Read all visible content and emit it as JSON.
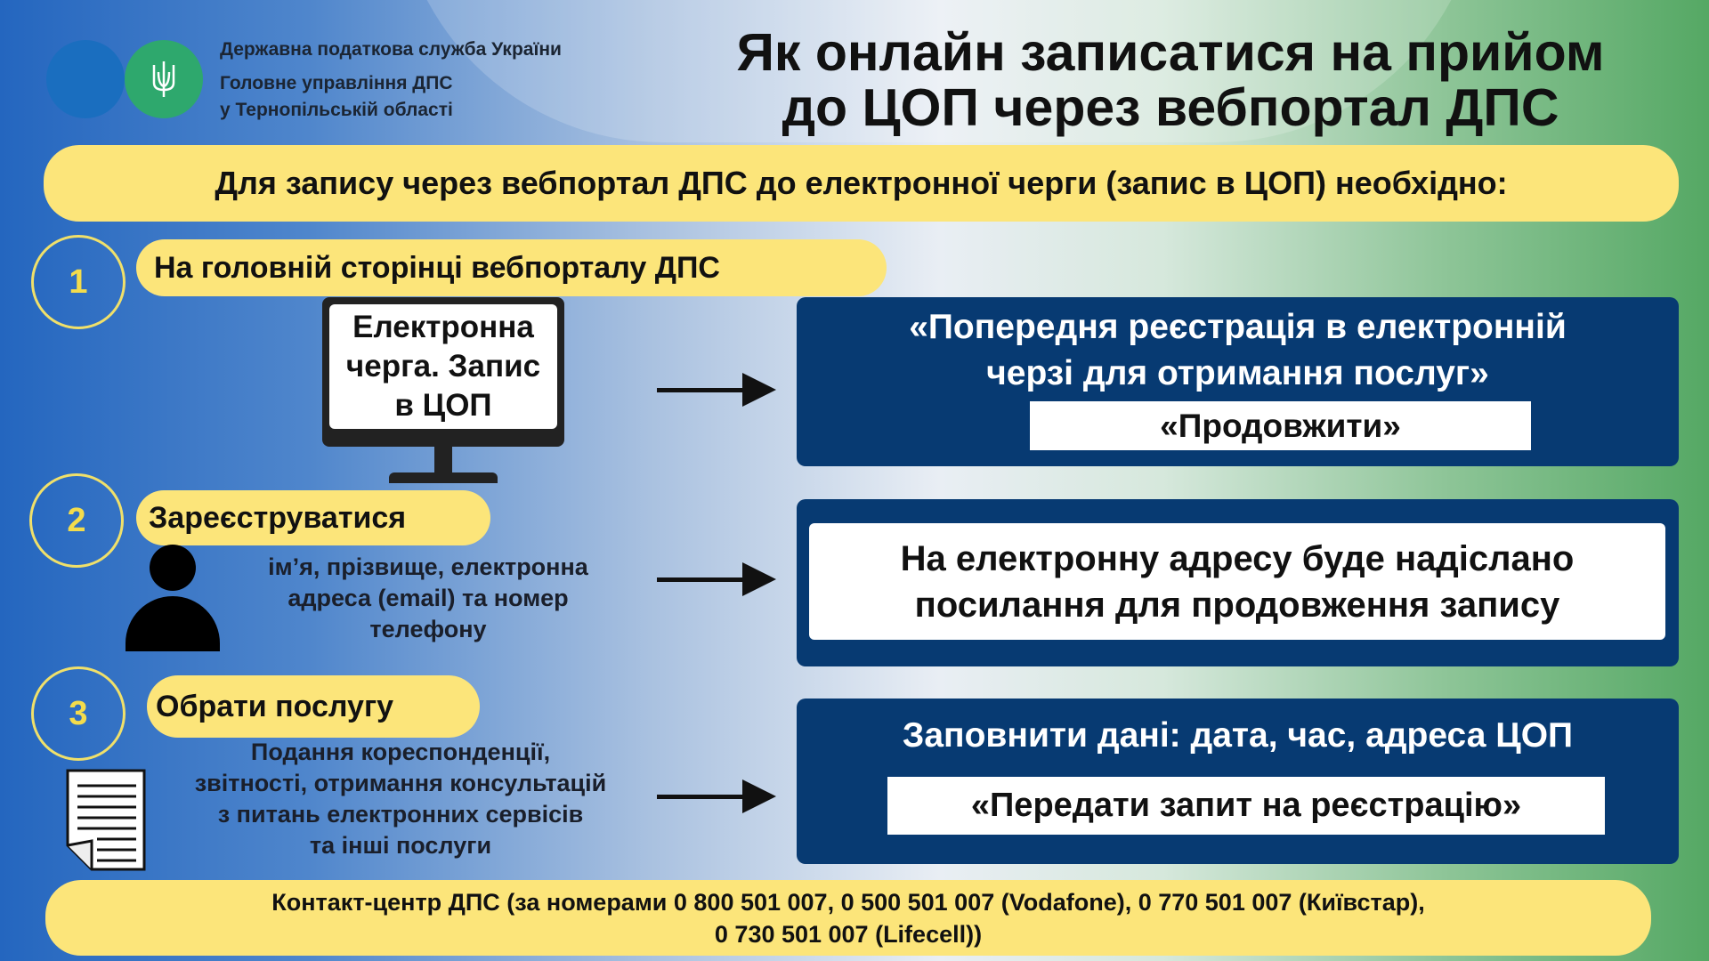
{
  "org": {
    "line1": "Державна податкова служба України",
    "line2": "Головне управління ДПС",
    "line3": "у Тернопільській області"
  },
  "title": {
    "line1": "Як онлайн записатися на прийом",
    "line2": "до ЦОП через вебпортал ДПС"
  },
  "banner": "Для запису через вебпортал ДПС до електронної черги (запис в ЦОП) необхідно:",
  "steps": [
    {
      "number": "1",
      "label": "На головній сторінці вебпорталу ДПС",
      "screen": {
        "line1": "Електронна",
        "line2": "черга. Запис",
        "line3": "в ЦОП"
      },
      "result": {
        "line1": "«Попередня реєстрація в електронній",
        "line2": "черзі для отримання послуг»",
        "button": "«Продовжити»"
      }
    },
    {
      "number": "2",
      "label": "Зареєструватися",
      "details": [
        "ім’я, прізвище, електронна",
        "адреса (email) та номер",
        "телефону"
      ],
      "result": {
        "line1": "На електронну адресу буде надіслано",
        "line2": "посилання для продовження запису"
      }
    },
    {
      "number": "3",
      "label": "Обрати послугу",
      "details": [
        "Подання кореспонденції,",
        "звітності, отримання консультацій",
        "з питань електронних сервісів",
        "та інші послуги"
      ],
      "result": {
        "line1": "Заповнити дані: дата, час, адреса ЦОП",
        "button": "«Передати запит на реєстрацію»"
      }
    }
  ],
  "footer": {
    "line1": "Контакт-центр ДПС (за номерами 0 800 501 007, 0 500 501 007 (Vodafone), 0 770 501 007 (Київстар),",
    "line2": "0 730 501 007 (Lifecell))"
  },
  "colors": {
    "navy": "#073a72",
    "yellow": "#fce57a",
    "green": "#2eaa6a",
    "blue": "#1e6fbf"
  }
}
